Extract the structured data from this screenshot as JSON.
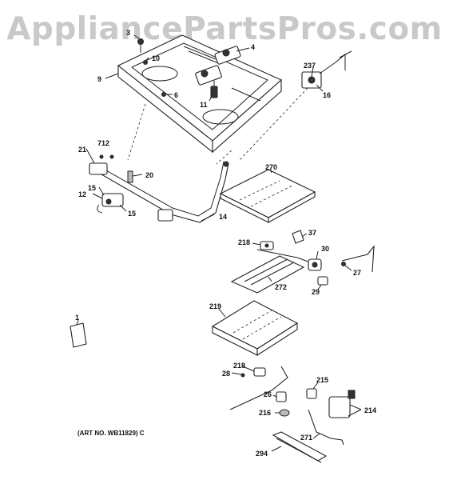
{
  "watermark": "AppliancePartsPros.com",
  "art_number": "(ART NO. WB11829) C",
  "callouts": [
    "3",
    "4",
    "10",
    "9",
    "237",
    "16",
    "6",
    "11",
    "712",
    "21",
    "20",
    "270",
    "15",
    "12",
    "15",
    "14",
    "218",
    "37",
    "30",
    "27",
    "272",
    "29",
    "1",
    "219",
    "218",
    "28",
    "215",
    "26",
    "214",
    "216",
    "271",
    "294"
  ]
}
